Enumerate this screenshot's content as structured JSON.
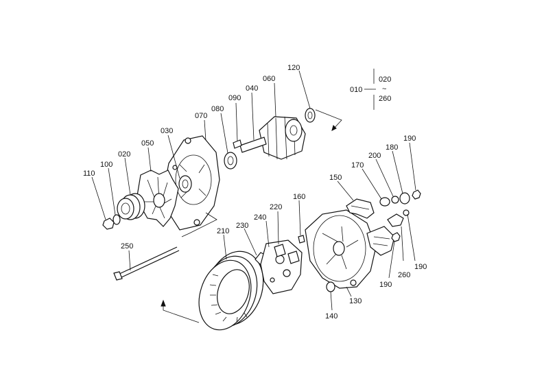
{
  "callouts": {
    "p010": "010",
    "p020_top": "020",
    "p260_top": "260",
    "p120": "120",
    "p060": "060",
    "p040": "040",
    "p090": "090",
    "p080": "080",
    "p070": "070",
    "p030": "030",
    "p050": "050",
    "p020": "020",
    "p100": "100",
    "p110": "110",
    "p250": "250",
    "p210": "210",
    "p230": "230",
    "p240": "240",
    "p220": "220",
    "p160": "160",
    "p150": "150",
    "p170": "170",
    "p200": "200",
    "p180": "180",
    "p190_top": "190",
    "p190_right": "190",
    "p260": "260",
    "p190_bottom": "190",
    "p130": "130",
    "p140": "140"
  }
}
